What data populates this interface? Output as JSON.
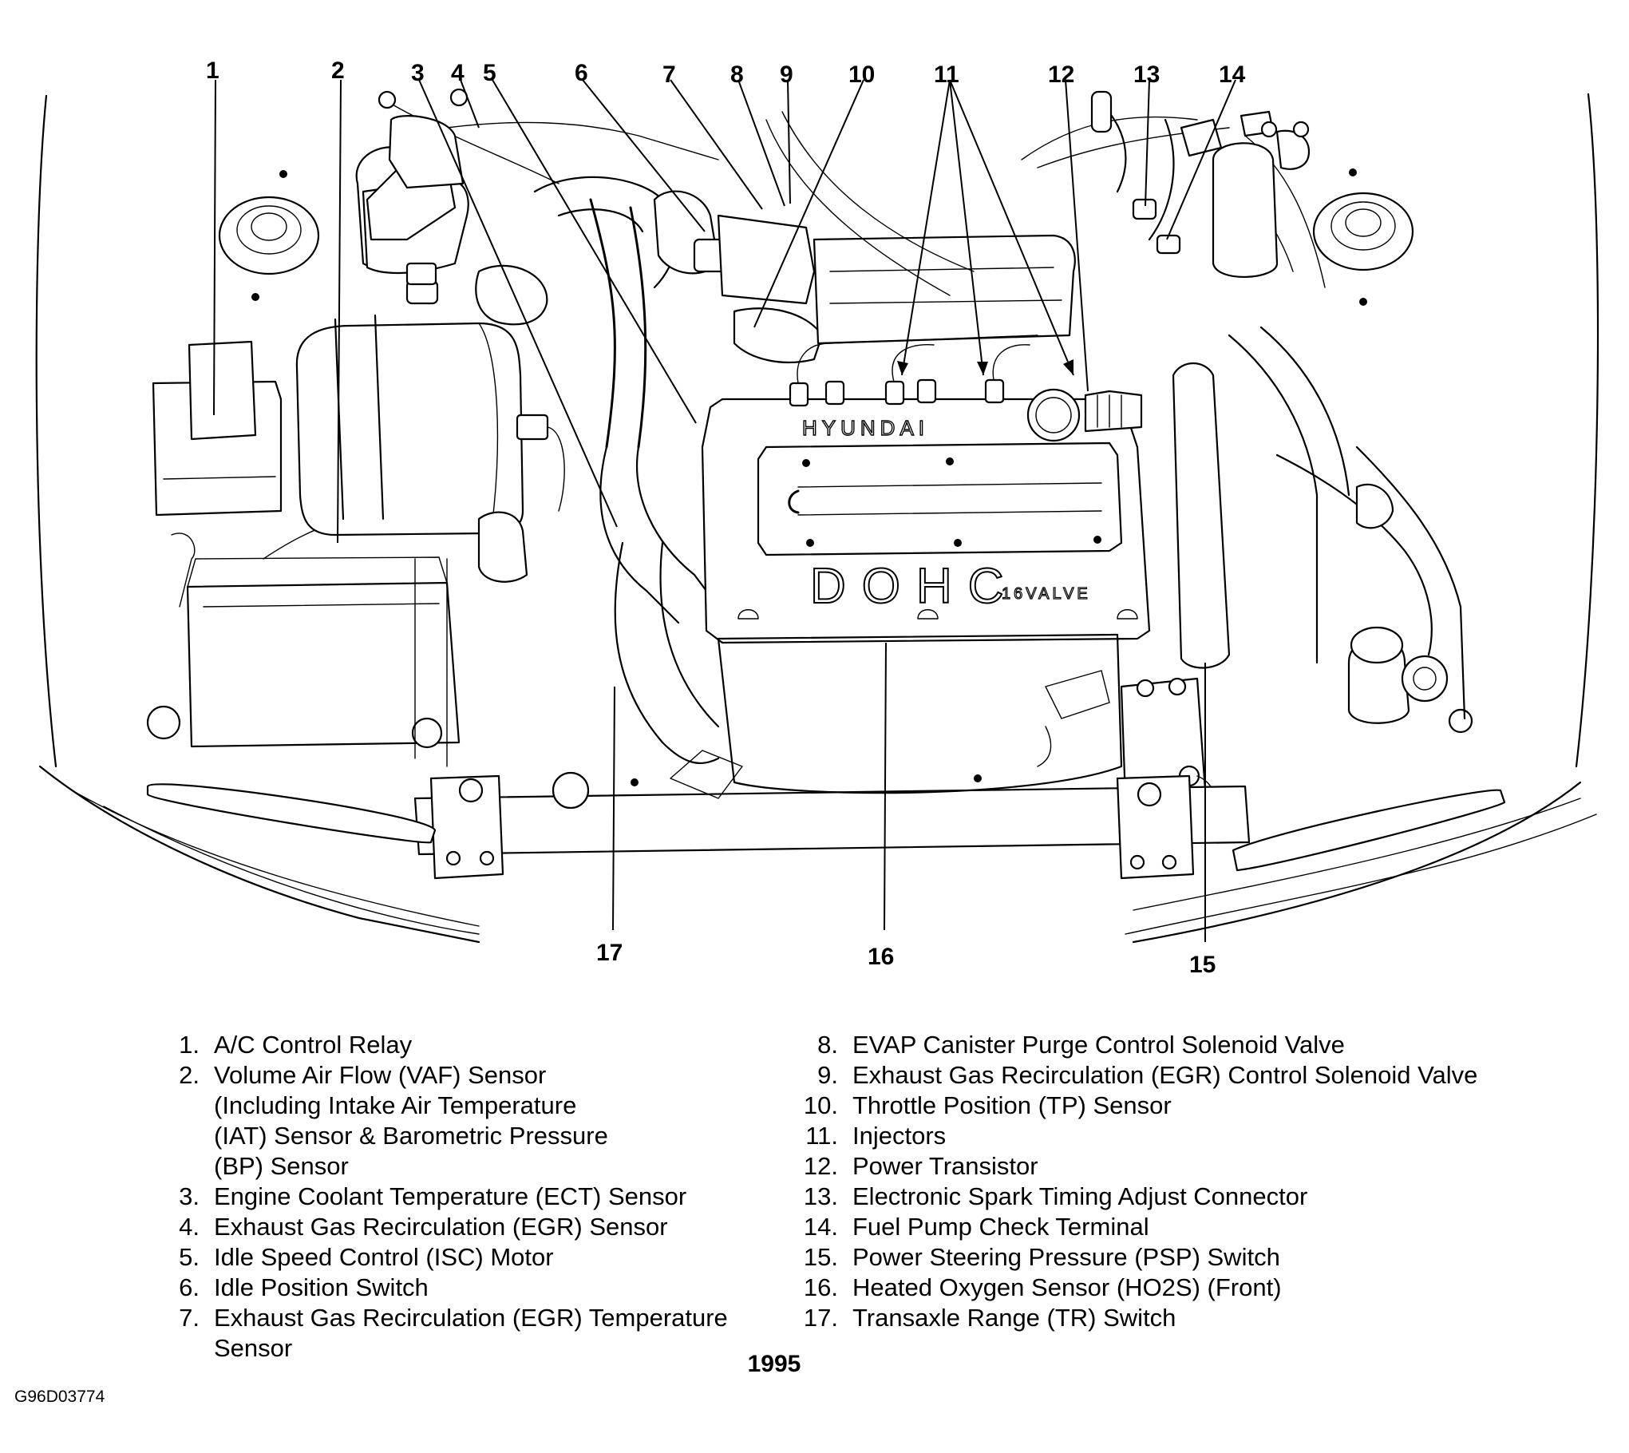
{
  "callouts": [
    "1",
    "2",
    "3",
    "4",
    "5",
    "6",
    "7",
    "8",
    "9",
    "10",
    "11",
    "12",
    "13",
    "14",
    "15",
    "16",
    "17"
  ],
  "engine_marks": {
    "brand": "HYUNDAI",
    "head": "DOHC",
    "valves": "16VALVE"
  },
  "legend": [
    {
      "num": "1.",
      "text": "A/C Control Relay"
    },
    {
      "num": "2.",
      "text": "Volume Air Flow (VAF) Sensor\n(Including Intake Air Temperature\n(IAT) Sensor & Barometric Pressure\n(BP) Sensor"
    },
    {
      "num": "3.",
      "text": "Engine Coolant Temperature (ECT) Sensor"
    },
    {
      "num": "4.",
      "text": "Exhaust Gas Recirculation (EGR) Sensor"
    },
    {
      "num": "5.",
      "text": "Idle Speed Control (ISC) Motor"
    },
    {
      "num": "6.",
      "text": "Idle Position Switch"
    },
    {
      "num": "7.",
      "text": "Exhaust Gas Recirculation (EGR) Temperature\nSensor"
    },
    {
      "num": "8.",
      "text": "EVAP Canister Purge Control Solenoid Valve"
    },
    {
      "num": "9.",
      "text": "Exhaust Gas Recirculation (EGR) Control Solenoid Valve"
    },
    {
      "num": "10.",
      "text": "Throttle Position (TP) Sensor"
    },
    {
      "num": "11.",
      "text": "Injectors"
    },
    {
      "num": "12.",
      "text": "Power Transistor"
    },
    {
      "num": "13.",
      "text": "Electronic Spark Timing Adjust Connector"
    },
    {
      "num": "14.",
      "text": "Fuel Pump Check Terminal"
    },
    {
      "num": "15.",
      "text": "Power Steering Pressure (PSP) Switch"
    },
    {
      "num": "16.",
      "text": "Heated Oxygen Sensor (HO2S) (Front)"
    },
    {
      "num": "17.",
      "text": "Transaxle Range (TR) Switch"
    }
  ],
  "year": "1995",
  "figure_code": "G96D03774"
}
